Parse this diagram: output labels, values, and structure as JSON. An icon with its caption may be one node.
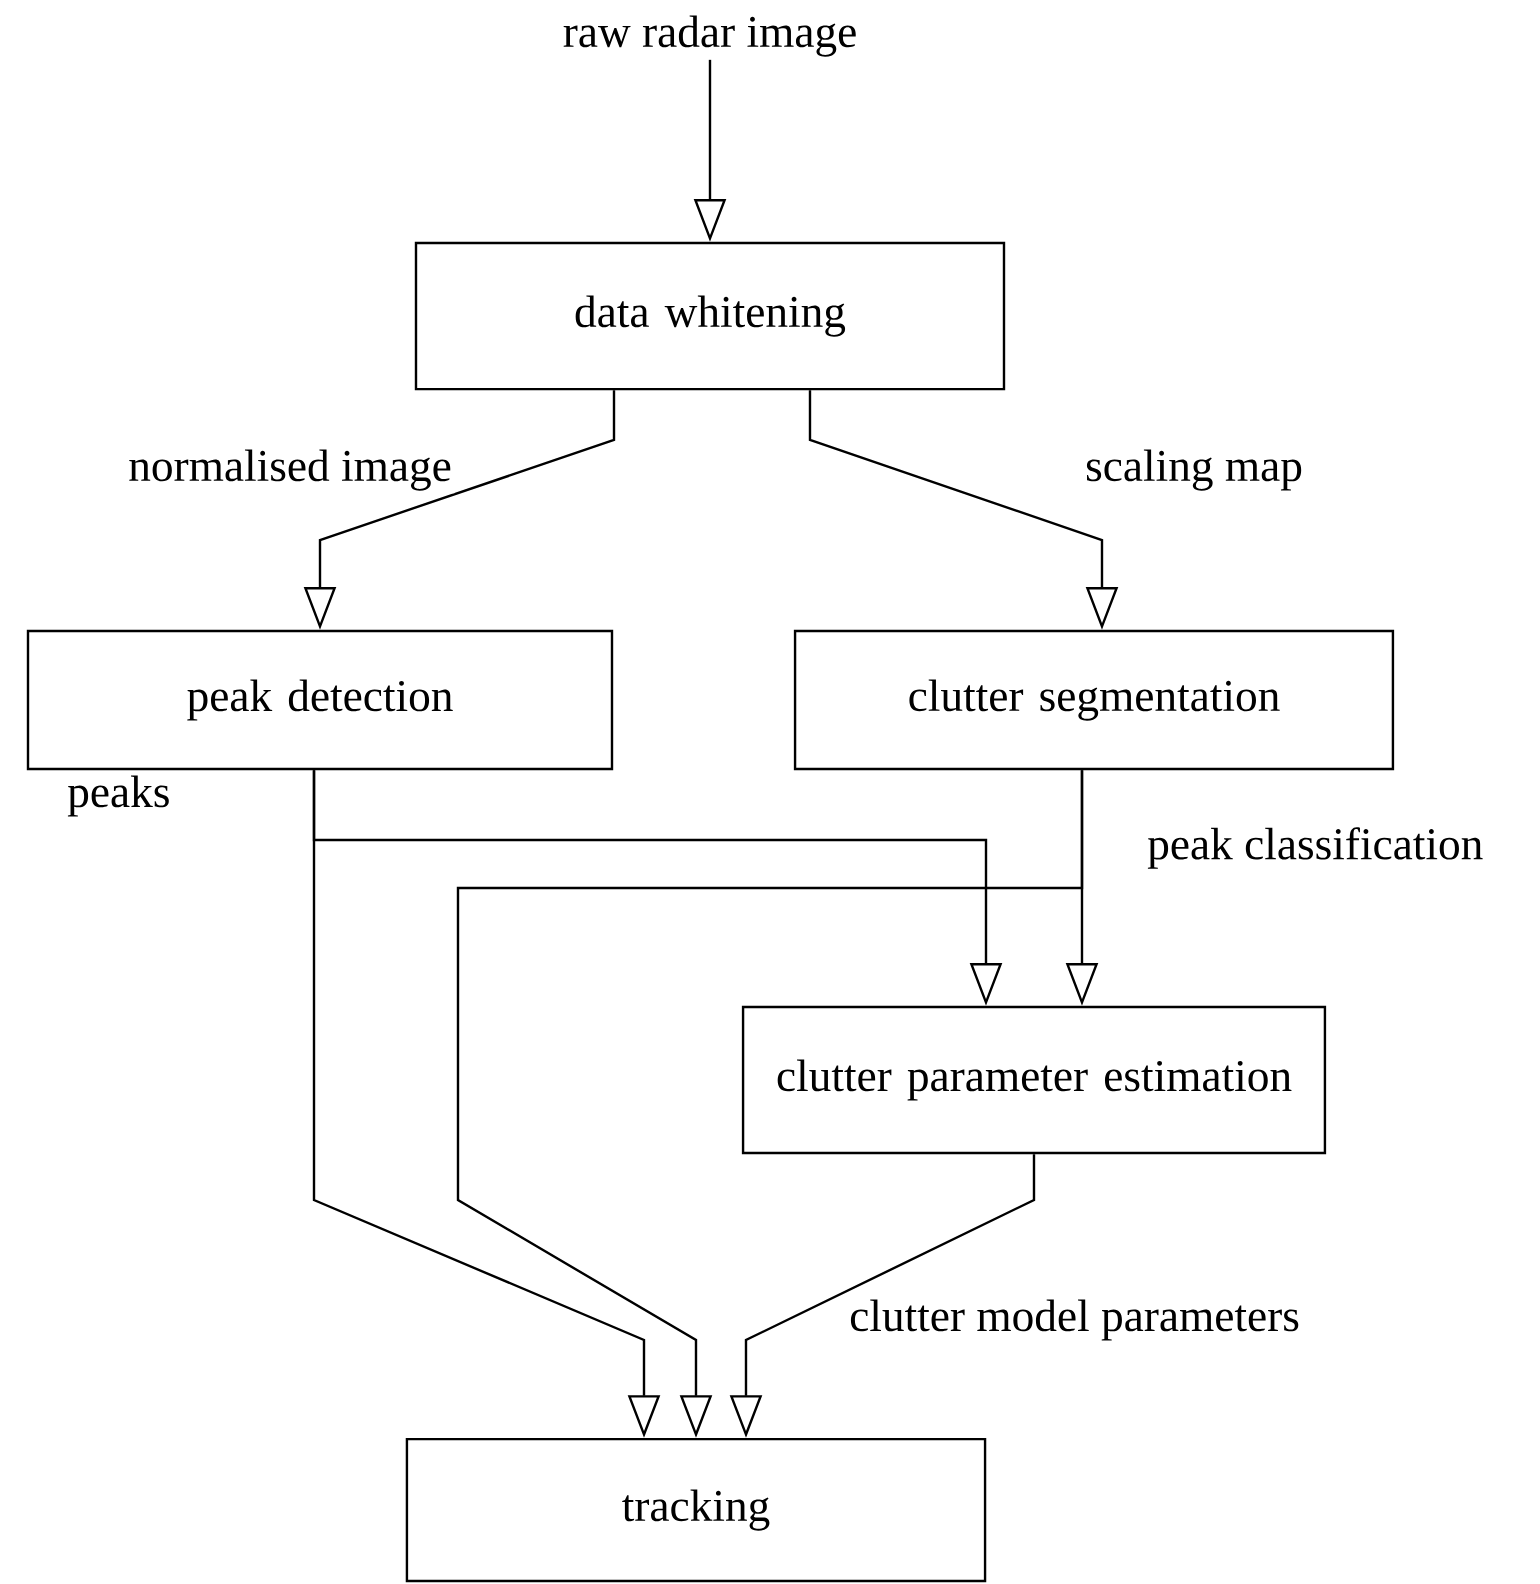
{
  "diagram": {
    "nodes": [
      {
        "text": [
          "raw radar image"
        ]
      },
      {
        "text": [
          "data whitening"
        ]
      },
      {
        "text": [
          "peak detection"
        ]
      },
      {
        "text": [
          "clutter segmentation"
        ]
      },
      {
        "text": [
          "clutter parameter estimation"
        ]
      },
      {
        "text": [
          "tracking"
        ]
      }
    ],
    "edges": [
      {
        "from": 0,
        "to": 1,
        "arrow": "to"
      },
      {
        "from": 1,
        "to": 2,
        "arrow": "to",
        "label": "normalised image"
      },
      {
        "from": 1,
        "to": 3,
        "arrow": "to",
        "label": "scaling map"
      },
      {
        "from": 2,
        "to": 4,
        "arrow": "to"
      },
      {
        "from": 2,
        "to": 5,
        "arrow": "to",
        "label": "peaks"
      },
      {
        "from": 3,
        "to": 4,
        "arrow": "to",
        "label": "peak classification"
      },
      {
        "from": 3,
        "to": 5,
        "arrow": "to"
      },
      {
        "from": 4,
        "to": 5,
        "arrow": "to",
        "label": "clutter model parameters"
      }
    ]
  }
}
